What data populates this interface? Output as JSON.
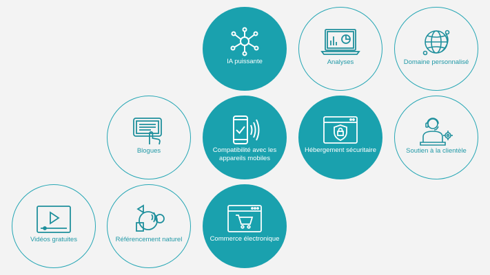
{
  "colors": {
    "accent": "#1aa1ae",
    "outline": "#25a6b4",
    "background": "#f3f3f3"
  },
  "features": [
    {
      "id": "ia",
      "label": "IA puissante",
      "icon": "network-nodes-icon",
      "style": "filled"
    },
    {
      "id": "analyses",
      "label": "Analyses",
      "icon": "analytics-laptop-icon",
      "style": "outline"
    },
    {
      "id": "domaine",
      "label": "Domaine personnalisé",
      "icon": "globe-icon",
      "style": "outline"
    },
    {
      "id": "blogues",
      "label": "Blogues",
      "icon": "tablet-touch-icon",
      "style": "outline"
    },
    {
      "id": "mobile",
      "label": "Compatibilité avec les appareils mobiles",
      "icon": "mobile-check-icon",
      "style": "filled"
    },
    {
      "id": "hebergement",
      "label": "Hébergement sécuritaire",
      "icon": "secure-browser-icon",
      "style": "filled"
    },
    {
      "id": "soutien",
      "label": "Soutien à la clientèle",
      "icon": "support-agent-icon",
      "style": "outline"
    },
    {
      "id": "videos",
      "label": "Vidéos gratuites",
      "icon": "video-player-icon",
      "style": "outline"
    },
    {
      "id": "seo",
      "label": "Référencement naturel",
      "icon": "seo-icon",
      "style": "outline"
    },
    {
      "id": "commerce",
      "label": "Commerce électronique",
      "icon": "shopping-cart-icon",
      "style": "filled"
    }
  ]
}
